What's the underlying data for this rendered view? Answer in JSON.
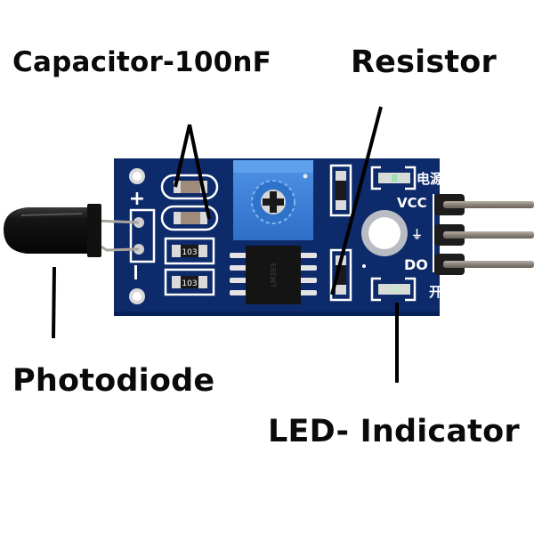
{
  "title": "Flame / IR sensor module component diagram",
  "labels": {
    "capacitor": "Capacitor-100nF",
    "resistor": "Resistor",
    "photodiode": "Photodiode",
    "led_indicator": "LED- Indicator"
  },
  "board_markings": {
    "plus": "+",
    "minus": "−",
    "vcc": "VCC",
    "gnd_symbol": "⏚",
    "do": "DO",
    "power_cn": "电源",
    "switch_cn": "开关",
    "resistor_code": "103",
    "ic_text": "LM393"
  },
  "colors": {
    "board": "#0d2a6b",
    "potentiometer": "#3a7fd6",
    "leader_line": "#000000",
    "text": "#0a0a0a"
  }
}
